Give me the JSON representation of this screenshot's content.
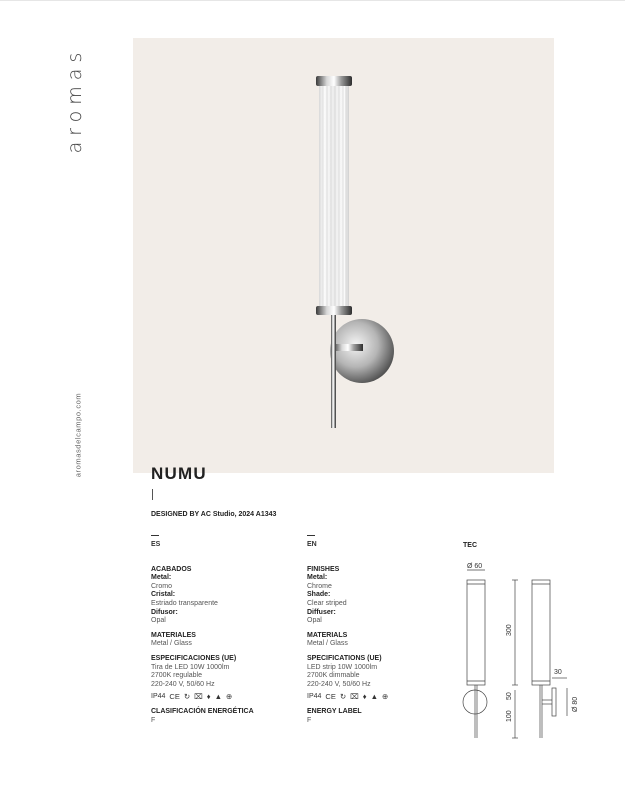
{
  "brand": {
    "name": "aromas",
    "website": "aromasdelcampo.com"
  },
  "product": {
    "name": "NUMU",
    "designer_line": "DESIGNED BY AC Studio, 2024 A1343"
  },
  "es": {
    "lang": "ES",
    "acabados_h": "ACABADOS",
    "metal_h": "Metal:",
    "metal_v": "Cromo",
    "cristal_h": "Cristal:",
    "cristal_v": "Estriado transparente",
    "difusor_h": "Difusor:",
    "difusor_v": "Opal",
    "materiales_h": "MATERIALES",
    "materiales_v": "Metal / Glass",
    "especificaciones_h": "ESPECIFICACIONES (UE)",
    "spec_1": "Tira de LED 10W 1000lm",
    "spec_2": "2700K regulable",
    "spec_3": "220-240 V, 50/60 Hz",
    "ip": "IP44",
    "energia_h": "CLASIFICACIÓN ENERGÉTICA",
    "energia_v": "F"
  },
  "en": {
    "lang": "EN",
    "finishes_h": "FINISHES",
    "metal_h": "Metal:",
    "metal_v": "Chrome",
    "shade_h": "Shade:",
    "shade_v": "Clear striped",
    "diffuser_h": "Diffuser:",
    "diffuser_v": "Opal",
    "materials_h": "MATERIALS",
    "materials_v": "Metal / Glass",
    "specifications_h": "SPECIFICATIONS (UE)",
    "spec_1": "LED strip 10W 1000lm",
    "spec_2": "2700K dimmable",
    "spec_3": "220-240 V, 50/60 Hz",
    "ip": "IP44",
    "energy_h": "ENERGY LABEL",
    "energy_v": "F"
  },
  "tec": {
    "label": "TEC",
    "dim_diameter_top": "Ø 60",
    "dim_height": "300",
    "dim_50": "50",
    "dim_100": "100",
    "dim_30": "30",
    "dim_diameter_base": "Ø 80"
  },
  "icons": [
    "ce-mark-icon",
    "recycle-icon",
    "no-bin-icon",
    "dimmable-icon",
    "class-icon",
    "earth-icon"
  ]
}
